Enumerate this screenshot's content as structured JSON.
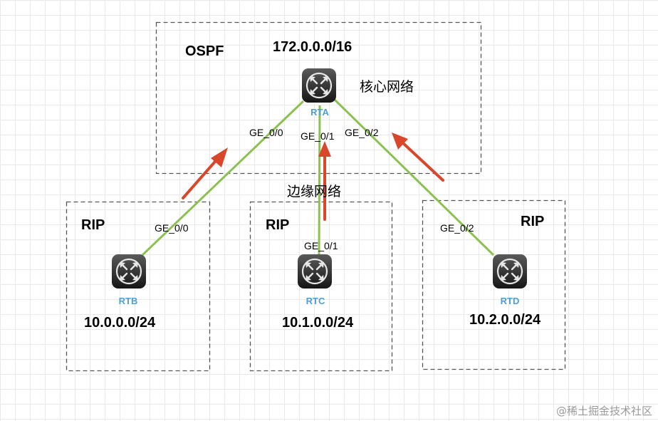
{
  "zones": {
    "core": {
      "protocol": "OSPF",
      "network": "172.0.0.0/16",
      "label": "核心网络"
    },
    "edge_label": "边缘网络",
    "b": {
      "protocol": "RIP",
      "network": "10.0.0.0/24"
    },
    "c": {
      "protocol": "RIP",
      "network": "10.1.0.0/24"
    },
    "d": {
      "protocol": "RIP",
      "network": "10.2.0.0/24"
    }
  },
  "routers": {
    "rta": {
      "name": "RTA"
    },
    "rtb": {
      "name": "RTB"
    },
    "rtc": {
      "name": "RTC"
    },
    "rtd": {
      "name": "RTD"
    }
  },
  "ports": {
    "rta_ge0": "GE_0/0",
    "rta_ge1": "GE_0/1",
    "rta_ge2": "GE_0/2",
    "rtb_ge0": "GE_0/0",
    "rtc_ge1": "GE_0/1",
    "rtd_ge2": "GE_0/2"
  },
  "colors": {
    "link": "#8cc152",
    "arrow": "#d9472b",
    "zone_border": "#555555",
    "router_label": "#4a9fd8"
  },
  "watermark": "@稀土掘金技术社区"
}
